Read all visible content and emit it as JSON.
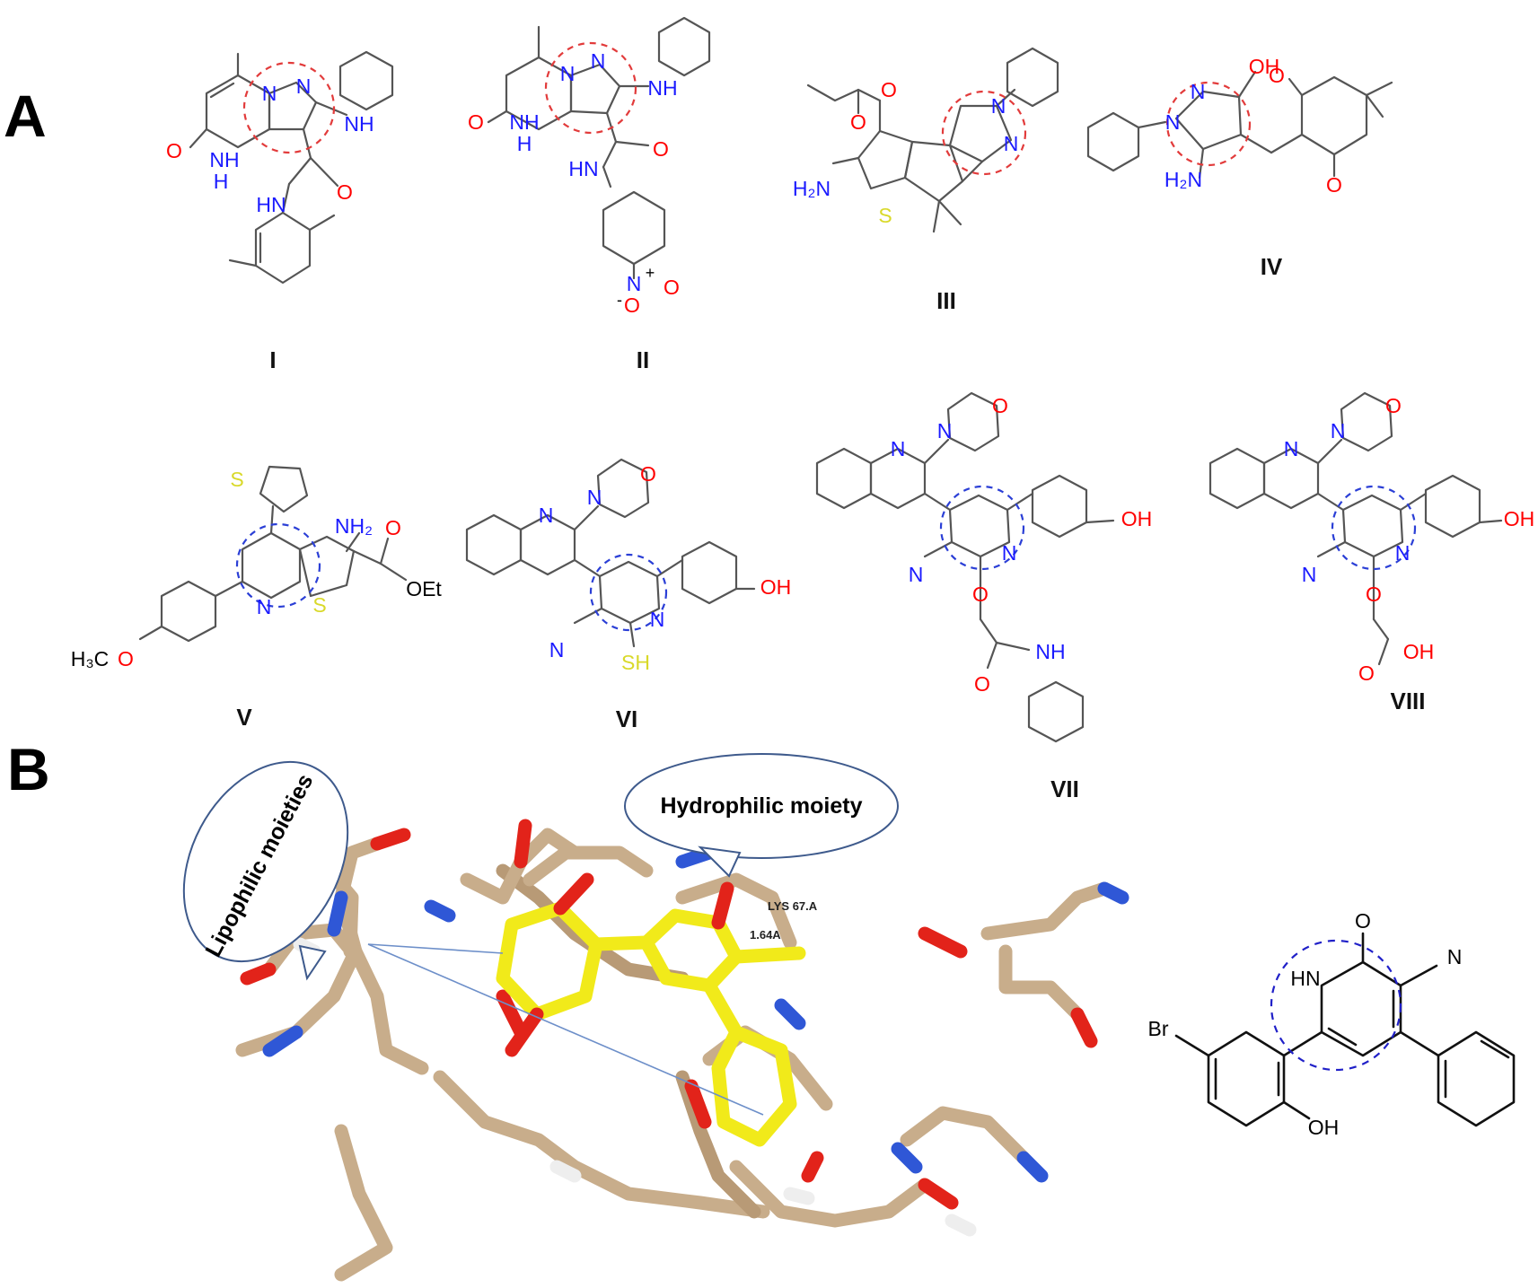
{
  "panels": {
    "a": "A",
    "b": "B"
  },
  "compounds": {
    "I": "I",
    "II": "II",
    "III": "III",
    "IV": "IV",
    "V": "V",
    "VI": "VI",
    "VII": "VII",
    "VIII": "VIII"
  },
  "atoms": {
    "O": "O",
    "N": "N",
    "H": "H",
    "S": "S",
    "NH": "NH",
    "HN": "HN",
    "NH2": "NH₂",
    "H2N": "H₂N",
    "OH": "OH",
    "SH": "SH",
    "OEt": "OEt",
    "H3C": "H₃C",
    "Br": "Br",
    "plus": "+",
    "minus": "-"
  },
  "callouts": {
    "lipophilic": "Lipophilic moieties",
    "hydrophilic": "Hydrophilic moiety"
  },
  "docking": {
    "residue": "LYS 67.A",
    "distance": "1.64A"
  },
  "colors": {
    "heteroatom_N": "#1a1aff",
    "heteroatom_O": "#ff0000",
    "heteroatom_S": "#d9d92a",
    "pharmacophore_ring_red": "#e23b3b",
    "pharmacophore_ring_blue": "#2b3fd6",
    "ligand": "#f1ea1a",
    "protein": "#c8ad8b"
  }
}
